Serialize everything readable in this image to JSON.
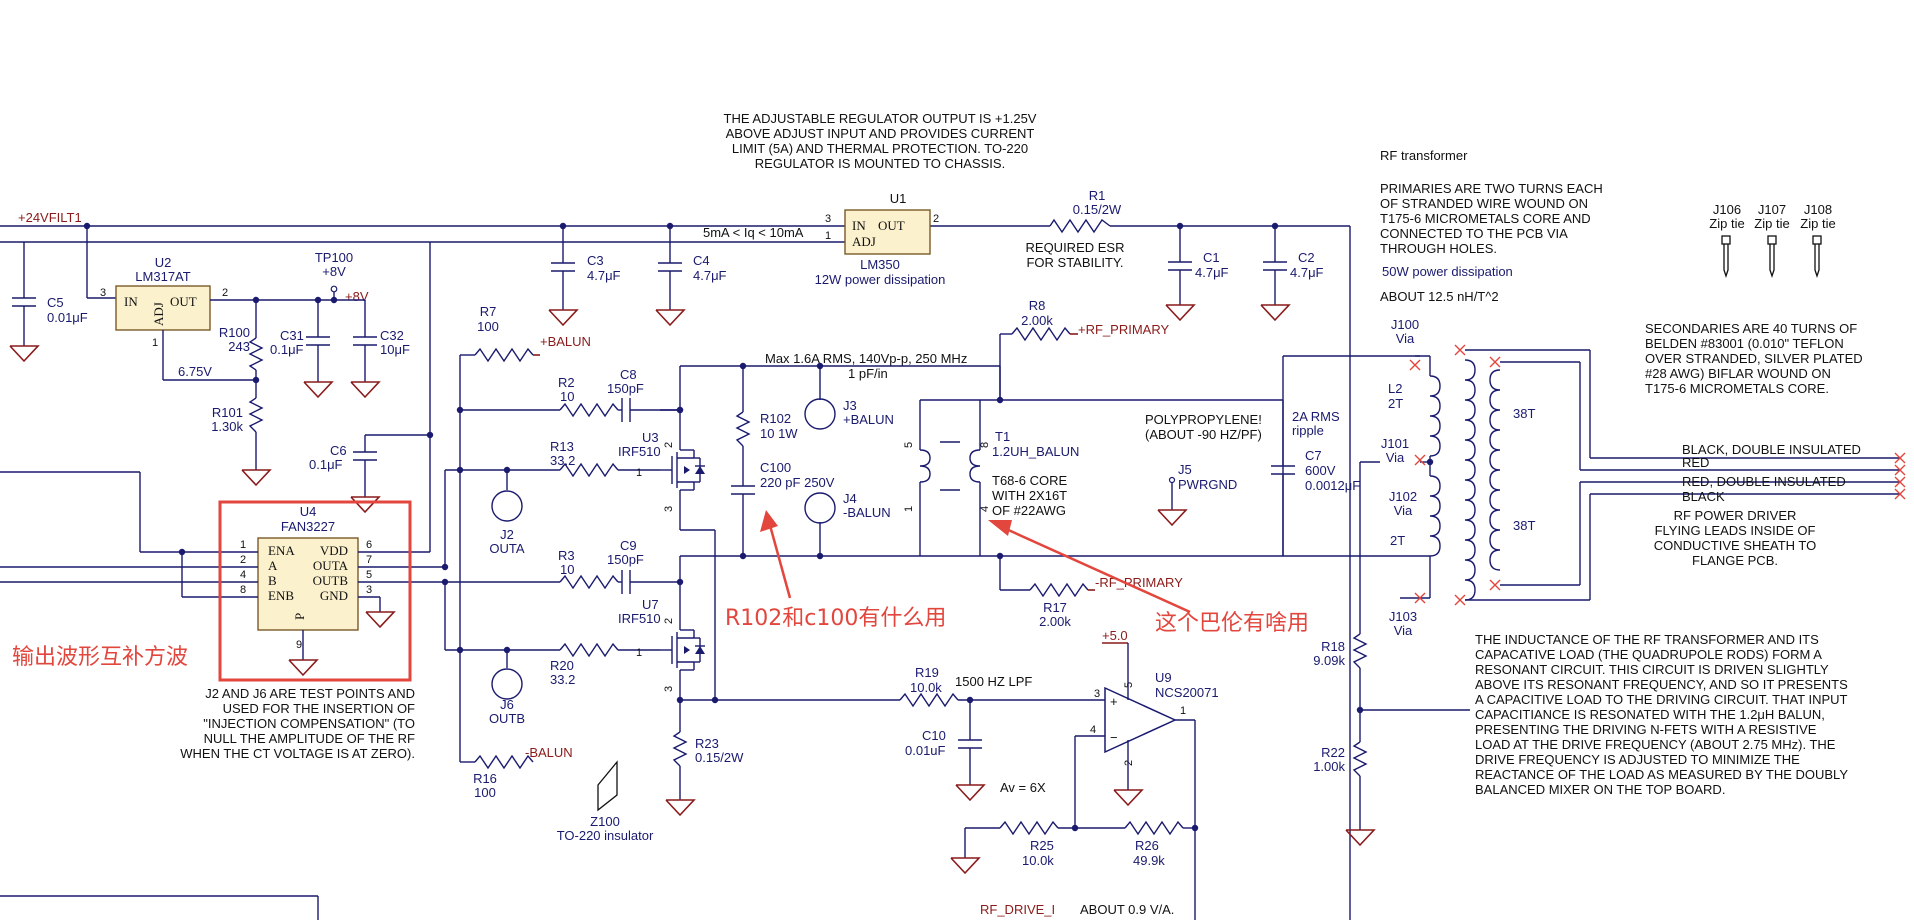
{
  "notes": {
    "regulator": [
      "THE ADJUSTABLE REGULATOR OUTPUT IS +1.25V",
      "ABOVE ADJUST INPUT AND PROVIDES CURRENT",
      "LIMIT (5A) AND THERMAL PROTECTION. TO-220",
      "REGULATOR IS MOUNTED TO CHASSIS."
    ],
    "rf_transformer_title": "RF transformer",
    "primaries": [
      "PRIMARIES ARE TWO TURNS EACH",
      "OF STRANDED WIRE WOUND ON",
      "T175-6 MICROMETALS CORE AND",
      "CONNECTED TO THE PCB VIA",
      "THROUGH HOLES."
    ],
    "power_50w": "50W power dissipation",
    "about_nh": "ABOUT 12.5 nH/T^2",
    "secondaries": [
      "SECONDARIES ARE 40 TURNS OF",
      "BELDEN #83001 (0.010\" TEFLON",
      "OVER STRANDED, SILVER PLATED",
      "#28 AWG) BIFLAR WOUND ON",
      "T175-6 MICROMETALS CORE."
    ],
    "rf_power_driver": [
      "RF POWER DRIVER",
      "FLYING LEADS INSIDE OF",
      "CONDUCTIVE SHEATH TO",
      "FLANGE PCB."
    ],
    "inductance": [
      "THE INDUCTANCE OF THE RF TRANSFORMER AND ITS",
      "CAPACATIVE LOAD (THE QUADRUPOLE RODS) FORM A",
      "RESONANT CIRCUIT. THIS CIRCUIT IS DRIVEN SLIGHTLY",
      "ABOVE ITS RESONANT FREQUENCY, AND SO IT PRESENTS",
      "A CAPACITIVE LOAD TO THE DRIVING CIRCUIT. THAT INPUT",
      "CAPACITIANCE IS RESONATED WITH THE 1.2μH BALUN,",
      "PRESENTING THE DRIVING N-FETS WITH A RESISTIVE",
      "LOAD AT THE DRIVE FREQUENCY (ABOUT 2.75 MHz). THE",
      "DRIVE FREQUENCY IS ADJUSTED TO MINIMIZE THE",
      "REACTANCE OF THE LOAD AS MEASURED BY THE DOUBLY",
      "BALANCED MIXER ON THE TOP BOARD."
    ],
    "testpoints": [
      "J2 AND J6 ARE TEST POINTS AND",
      "USED FOR THE INSERTION OF",
      "\"INJECTION COMPENSATION\" (TO",
      "NULL THE AMPLITUDE OF THE RF",
      "WHEN THE CT VOLTAGE IS AT ZERO)."
    ],
    "required_esr": [
      "REQUIRED ESR",
      "FOR STABILITY."
    ],
    "max_rms": "Max 1.6A RMS, 140Vp-p, 250 MHz",
    "pf_in": "1 pF/in",
    "iq": "5mA < Iq < 10mA",
    "polypropylene": [
      "POLYPROPYLENE!",
      "(ABOUT -90 HZ/PF)"
    ],
    "arms": [
      "2A RMS",
      "ripple"
    ],
    "lpf": "1500 HZ LPF",
    "av": "Av = 6X",
    "about_09": "ABOUT 0.9 V/A.",
    "v675": "6.75V"
  },
  "nets": {
    "p24": "+24VFILT1",
    "p8": "+8V",
    "p5": "+5.0",
    "pbalun": "+BALUN",
    "mbalun": "-BALUN",
    "prf": "+RF_PRIMARY",
    "mrf": "-RF_PRIMARY",
    "rfdrive": "RF_DRIVE_I"
  },
  "parts": {
    "u1": {
      "ref": "U1",
      "in": "IN",
      "out": "OUT",
      "adj": "ADJ",
      "value": "LM350",
      "desc": "12W power dissipation",
      "p3": "3",
      "p1": "1",
      "p2": "2"
    },
    "u2": {
      "ref": "U2",
      "value": "LM317AT",
      "in": "IN",
      "out": "OUT",
      "adj": "ADJ",
      "p3": "3",
      "p2": "2",
      "p1": "1"
    },
    "u3": {
      "ref": "U3",
      "value": "IRF510",
      "p1": "1",
      "p2": "2",
      "p3": "3"
    },
    "u7": {
      "ref": "U7",
      "value": "IRF510",
      "p1": "1",
      "p2": "2",
      "p3": "3"
    },
    "u4": {
      "ref": "U4",
      "value": "FAN3227",
      "ena": "ENA",
      "a": "A",
      "b": "B",
      "enb": "ENB",
      "vdd": "VDD",
      "outa": "OUTA",
      "outb": "OUTB",
      "gnd": "GND",
      "p": "P",
      "pins": [
        "1",
        "2",
        "4",
        "8",
        "6",
        "7",
        "5",
        "3",
        "9"
      ]
    },
    "u9": {
      "ref": "U9",
      "value": "NCS20071",
      "p1": "1",
      "p2": "2",
      "p3": "3",
      "p4": "4",
      "p5": "5"
    },
    "t1": {
      "ref": "T1",
      "value": "1.2UH_BALUN",
      "core": [
        "T68-6 CORE",
        "WITH 2X16T",
        "OF #22AWG"
      ],
      "p5": "5",
      "p8": "8",
      "p1": "1",
      "p4": "4"
    },
    "tp100": {
      "ref": "TP100",
      "value": "+8V"
    },
    "r1": {
      "ref": "R1",
      "value": "0.15/2W"
    },
    "r2": {
      "ref": "R2",
      "value": "10"
    },
    "r3": {
      "ref": "R3",
      "value": "10"
    },
    "r7": {
      "ref": "R7",
      "value": "100"
    },
    "r8": {
      "ref": "R8",
      "value": "2.00k"
    },
    "r13": {
      "ref": "R13",
      "value": "33.2"
    },
    "r16": {
      "ref": "R16",
      "value": "100"
    },
    "r17": {
      "ref": "R17",
      "value": "2.00k"
    },
    "r18": {
      "ref": "R18",
      "value": "9.09k"
    },
    "r19": {
      "ref": "R19",
      "value": "10.0k"
    },
    "r20": {
      "ref": "R20",
      "value": "33.2"
    },
    "r22": {
      "ref": "R22",
      "value": "1.00k"
    },
    "r23": {
      "ref": "R23",
      "value": "0.15/2W"
    },
    "r25": {
      "ref": "R25",
      "value": "10.0k"
    },
    "r26": {
      "ref": "R26",
      "value": "49.9k"
    },
    "r100": {
      "ref": "R100",
      "value": "243"
    },
    "r101": {
      "ref": "R101",
      "value": "1.30k"
    },
    "r102": {
      "ref": "R102",
      "value": "10 1W"
    },
    "c1": {
      "ref": "C1",
      "value": "4.7μF"
    },
    "c2": {
      "ref": "C2",
      "value": "4.7μF"
    },
    "c3": {
      "ref": "C3",
      "value": "4.7μF"
    },
    "c4": {
      "ref": "C4",
      "value": "4.7μF"
    },
    "c5": {
      "ref": "C5",
      "value": "0.01μF"
    },
    "c6": {
      "ref": "C6",
      "value": "0.1μF"
    },
    "c7": {
      "ref": "C7",
      "value": "600V",
      "value2": "0.0012μF"
    },
    "c8": {
      "ref": "C8",
      "value": "150pF"
    },
    "c9": {
      "ref": "C9",
      "value": "150pF"
    },
    "c10": {
      "ref": "C10",
      "value": "0.01uF"
    },
    "c31": {
      "ref": "C31",
      "value": "0.1μF"
    },
    "c32": {
      "ref": "C32",
      "value": "10μF"
    },
    "c100": {
      "ref": "C100",
      "value": "220 pF 250V"
    },
    "j2": {
      "ref": "J2",
      "value": "OUTA"
    },
    "j3": {
      "ref": "J3",
      "value": "+BALUN"
    },
    "j4": {
      "ref": "J4",
      "value": "-BALUN"
    },
    "j5": {
      "ref": "J5",
      "value": "PWRGND"
    },
    "j6": {
      "ref": "J6",
      "value": "OUTB"
    },
    "j100": {
      "ref": "J100",
      "value": "Via"
    },
    "j101": {
      "ref": "J101",
      "value": "Via"
    },
    "j102": {
      "ref": "J102",
      "value": "Via"
    },
    "j103": {
      "ref": "J103",
      "value": "Via"
    },
    "j106": {
      "ref": "J106",
      "value": "Zip tie"
    },
    "j107": {
      "ref": "J107",
      "value": "Zip tie"
    },
    "j108": {
      "ref": "J108",
      "value": "Zip tie"
    },
    "l2": {
      "ref": "L2",
      "value": "2T"
    },
    "l3": {
      "value": "2T"
    },
    "t38a": "38T",
    "t38b": "38T",
    "z100": {
      "ref": "Z100",
      "value": "TO-220 insulator"
    }
  },
  "leads": [
    "BLACK, DOUBLE INSULATED",
    "RED",
    "RED, DOUBLE INSULATED",
    "BLACK"
  ],
  "annotations": {
    "left": "输出波形互补方波",
    "r102_q": "R102和c100有什么用",
    "balun_q": "这个巴伦有啥用"
  }
}
